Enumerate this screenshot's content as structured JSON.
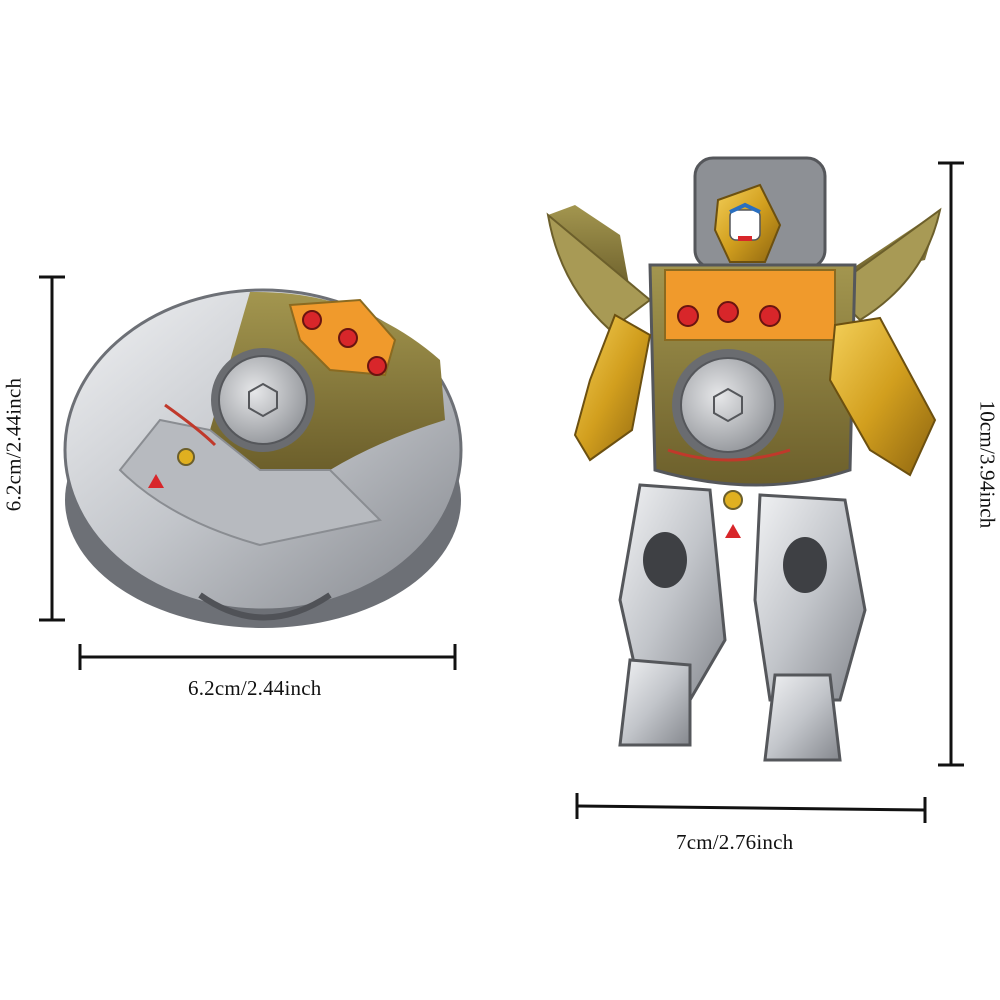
{
  "disc_mode": {
    "height_label": "6.2cm/2.44inch",
    "width_label": "6.2cm/2.44inch"
  },
  "robot_mode": {
    "height_label": "10cm/3.94inch",
    "width_label": "7cm/2.76inch"
  },
  "colors": {
    "silver": "#c9ccd1",
    "olive": "#8a7a3c",
    "gold": "#d8a825",
    "orange": "#f09a2c",
    "red": "#d8262a",
    "dark": "#5c5e63"
  }
}
